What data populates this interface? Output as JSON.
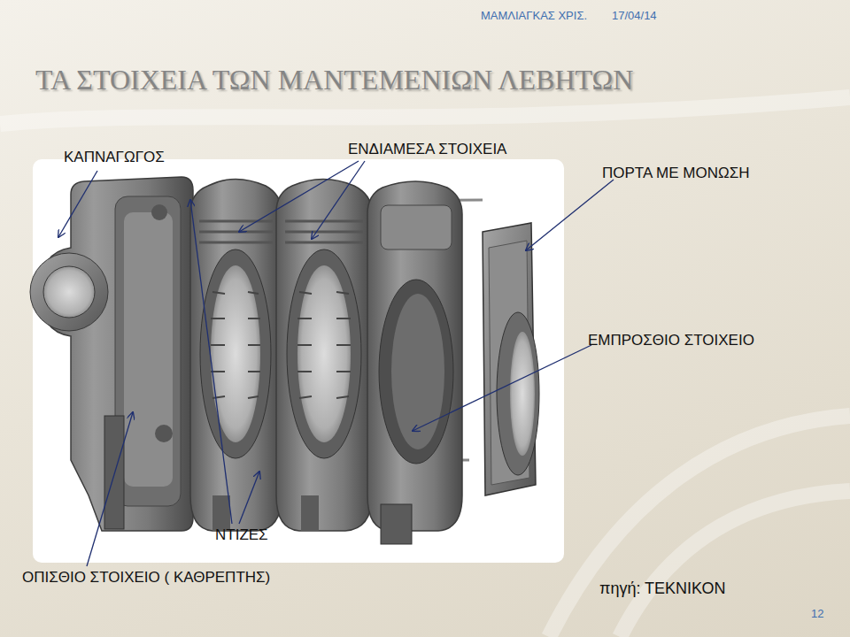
{
  "diagram": {
    "title": "ΤΑ ΣΤΟΙΧΕΙΑ ΤΩΝ ΜΑΝΤΕΜΕΝΙΩΝ ΛΕΒΗΤΩΝ",
    "labels": [
      "ΜΑΜΛΙΑΓΚΑΣ ΧΡΙΣ.",
      "17/04/14",
      "ΚΑΠΝΑΓΩΓΟΣ",
      "ΕΝΔΙΑΜΕΣΑ ΣΤΟΙΧΕΙΑ",
      "ΠΟΡΤΑ ΜΕ ΜΟΝΩΣΗ",
      "ΕΜΠΡΟΣΘΙΟ ΣΤΟΙΧΕΙΟ",
      "ΝΤΙΖΕΣ",
      "ΟΠΙΣΘΙΟ ΣΤΟΙΧΕΙΟ ( ΚΑΘΡΕΠΤΗΣ)",
      "πηγή: ΤΕΚΝΙΚΟΝ",
      "12"
    ]
  }
}
